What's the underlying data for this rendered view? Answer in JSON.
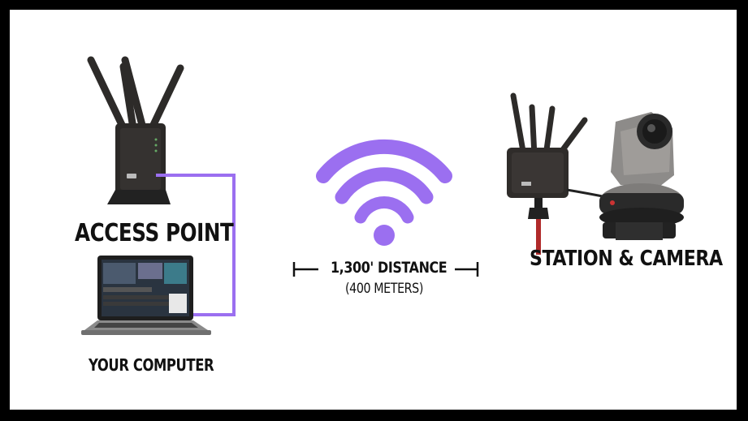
{
  "labels": {
    "access_point": "ACCESS POINT",
    "your_computer": "YOUR COMPUTER",
    "station_camera": "STATION & CAMERA",
    "distance": "1,300' DISTANCE",
    "meters": "(400 METERS)"
  },
  "colors": {
    "link_purple": "#9b6ff0",
    "wifi_purple": "#9b6ff0",
    "frame": "#000000",
    "background": "#ffffff",
    "device_dark": "#2b2927",
    "camera_gray": "#8d8b89"
  },
  "icons": {
    "wifi": "wifi-icon",
    "router": "access-point-device",
    "laptop": "laptop-device",
    "station": "station-device",
    "camera": "ptz-camera-device"
  }
}
